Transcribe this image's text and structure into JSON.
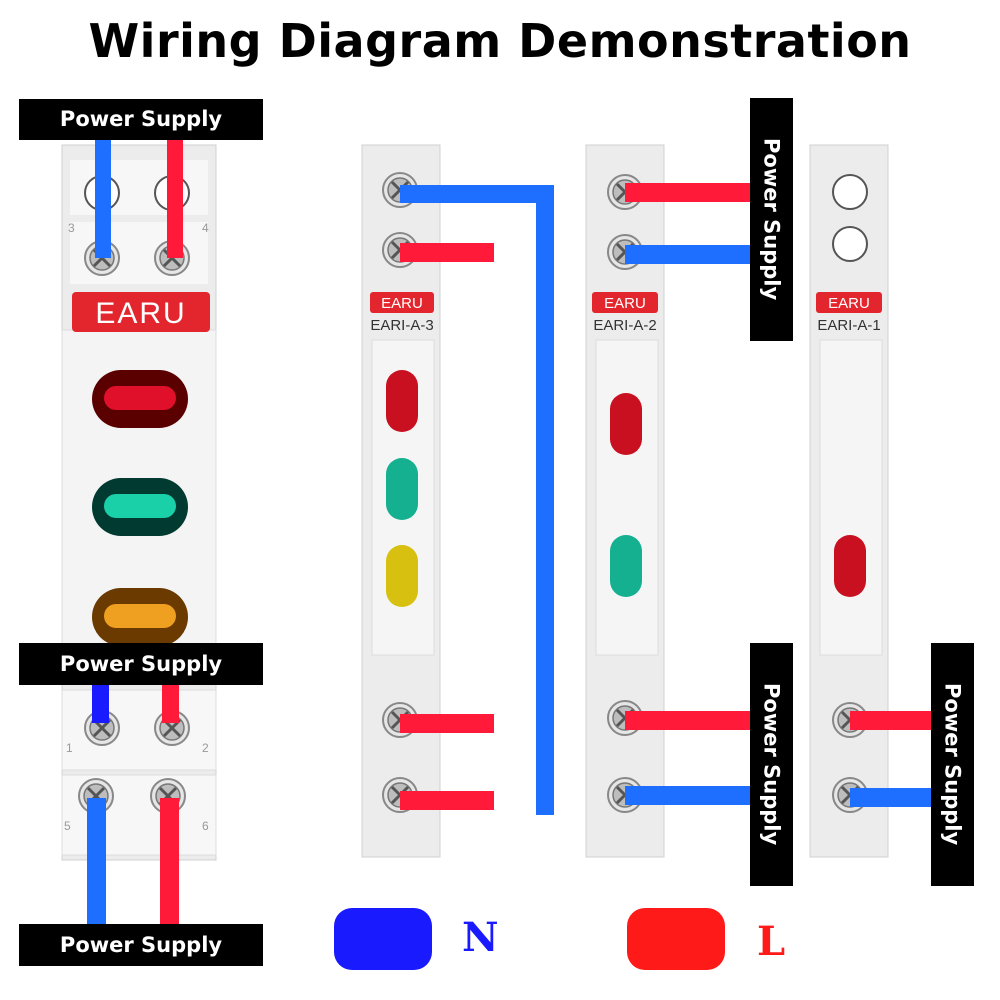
{
  "title": "Wiring Diagram Demonstration",
  "power_supply_label": "Power Supply",
  "brand": "EARU",
  "models": [
    "EARI-A-3",
    "EARI-A-2",
    "EARI-A-1"
  ],
  "terminal_numbers": [
    "1",
    "2",
    "3",
    "4",
    "5",
    "6"
  ],
  "legend": [
    {
      "label": "N",
      "color": "#1a1aff"
    },
    {
      "label": "L",
      "color": "#ff1a1a"
    }
  ],
  "colors": {
    "neutral_wire": "#1e6eff",
    "live_wire": "#ff1a3a",
    "brand_red": "#e3262d"
  }
}
